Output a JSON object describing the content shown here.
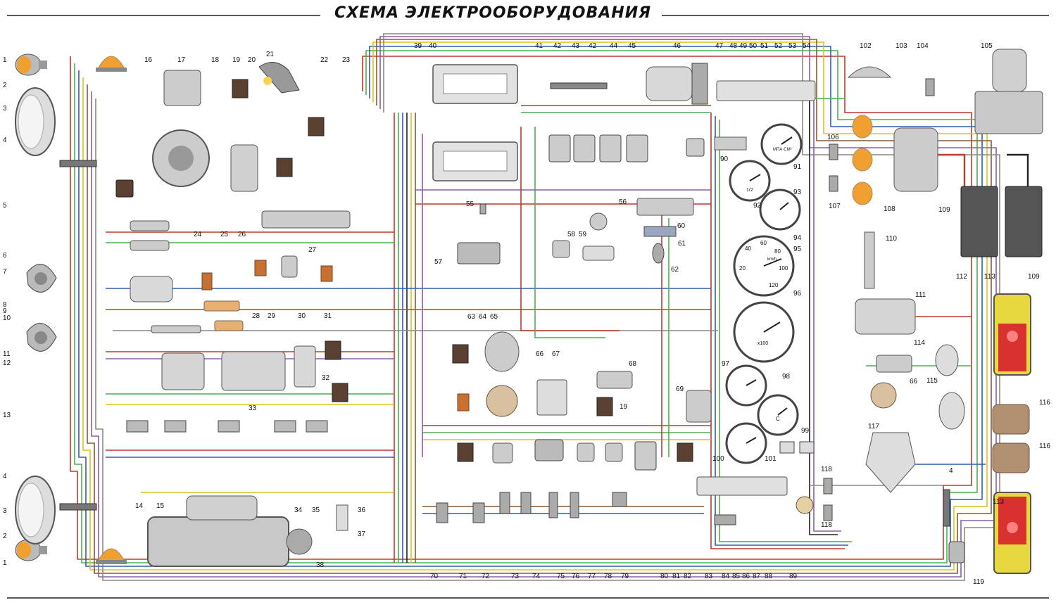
{
  "title": "СХЕМА ЭЛЕКТРООБОРУДОВАНИЯ",
  "gauge_labels": {
    "g91": "МПА·СМ²",
    "g92": "1/2",
    "g95_km": "km/h",
    "g96": "x100"
  },
  "gauge_numbers": {
    "speed_20": "20",
    "speed_40": "40",
    "speed_60": "60",
    "speed_80": "80",
    "speed_100": "100",
    "speed_120": "120",
    "temp_c": "C"
  },
  "labels": [
    "1",
    "2",
    "3",
    "4",
    "5",
    "6",
    "7",
    "8",
    "9",
    "10",
    "11",
    "12",
    "13",
    "14",
    "15",
    "16",
    "17",
    "18",
    "19",
    "20",
    "21",
    "22",
    "23",
    "24",
    "25",
    "26",
    "27",
    "28",
    "29",
    "30",
    "31",
    "32",
    "33",
    "34",
    "35",
    "36",
    "37",
    "38",
    "39",
    "40",
    "41",
    "42",
    "43",
    "42",
    "44",
    "45",
    "46",
    "47",
    "48",
    "49",
    "50",
    "51",
    "52",
    "53",
    "54",
    "55",
    "56",
    "57",
    "58",
    "59",
    "60",
    "61",
    "62",
    "63",
    "64",
    "65",
    "66",
    "67",
    "68",
    "69",
    "19",
    "70",
    "71",
    "72",
    "73",
    "74",
    "75",
    "76",
    "77",
    "78",
    "79",
    "80",
    "81",
    "82",
    "83",
    "84",
    "85",
    "86",
    "87",
    "88",
    "89",
    "90",
    "91",
    "92",
    "93",
    "94",
    "95",
    "96",
    "97",
    "98",
    "99",
    "100",
    "101",
    "102",
    "103",
    "104",
    "105",
    "106",
    "107",
    "108",
    "109",
    "109",
    "110",
    "111",
    "112",
    "113",
    "113",
    "114",
    "115",
    "116",
    "116",
    "117",
    "118",
    "118",
    "119",
    "1",
    "2",
    "3",
    "4",
    "66",
    "4"
  ],
  "colors": {
    "wire_red": "#c0392b",
    "wire_green": "#4caf50",
    "wire_blue": "#2e5fb0",
    "wire_yellow": "#e0c020",
    "wire_brown": "#8b5a2b",
    "wire_grey": "#888888",
    "wire_violet": "#8e5ba8",
    "wire_black": "#222222",
    "lamp_orange": "#f0a030",
    "tail_red": "#d93030",
    "tail_yellow": "#e8d840"
  }
}
